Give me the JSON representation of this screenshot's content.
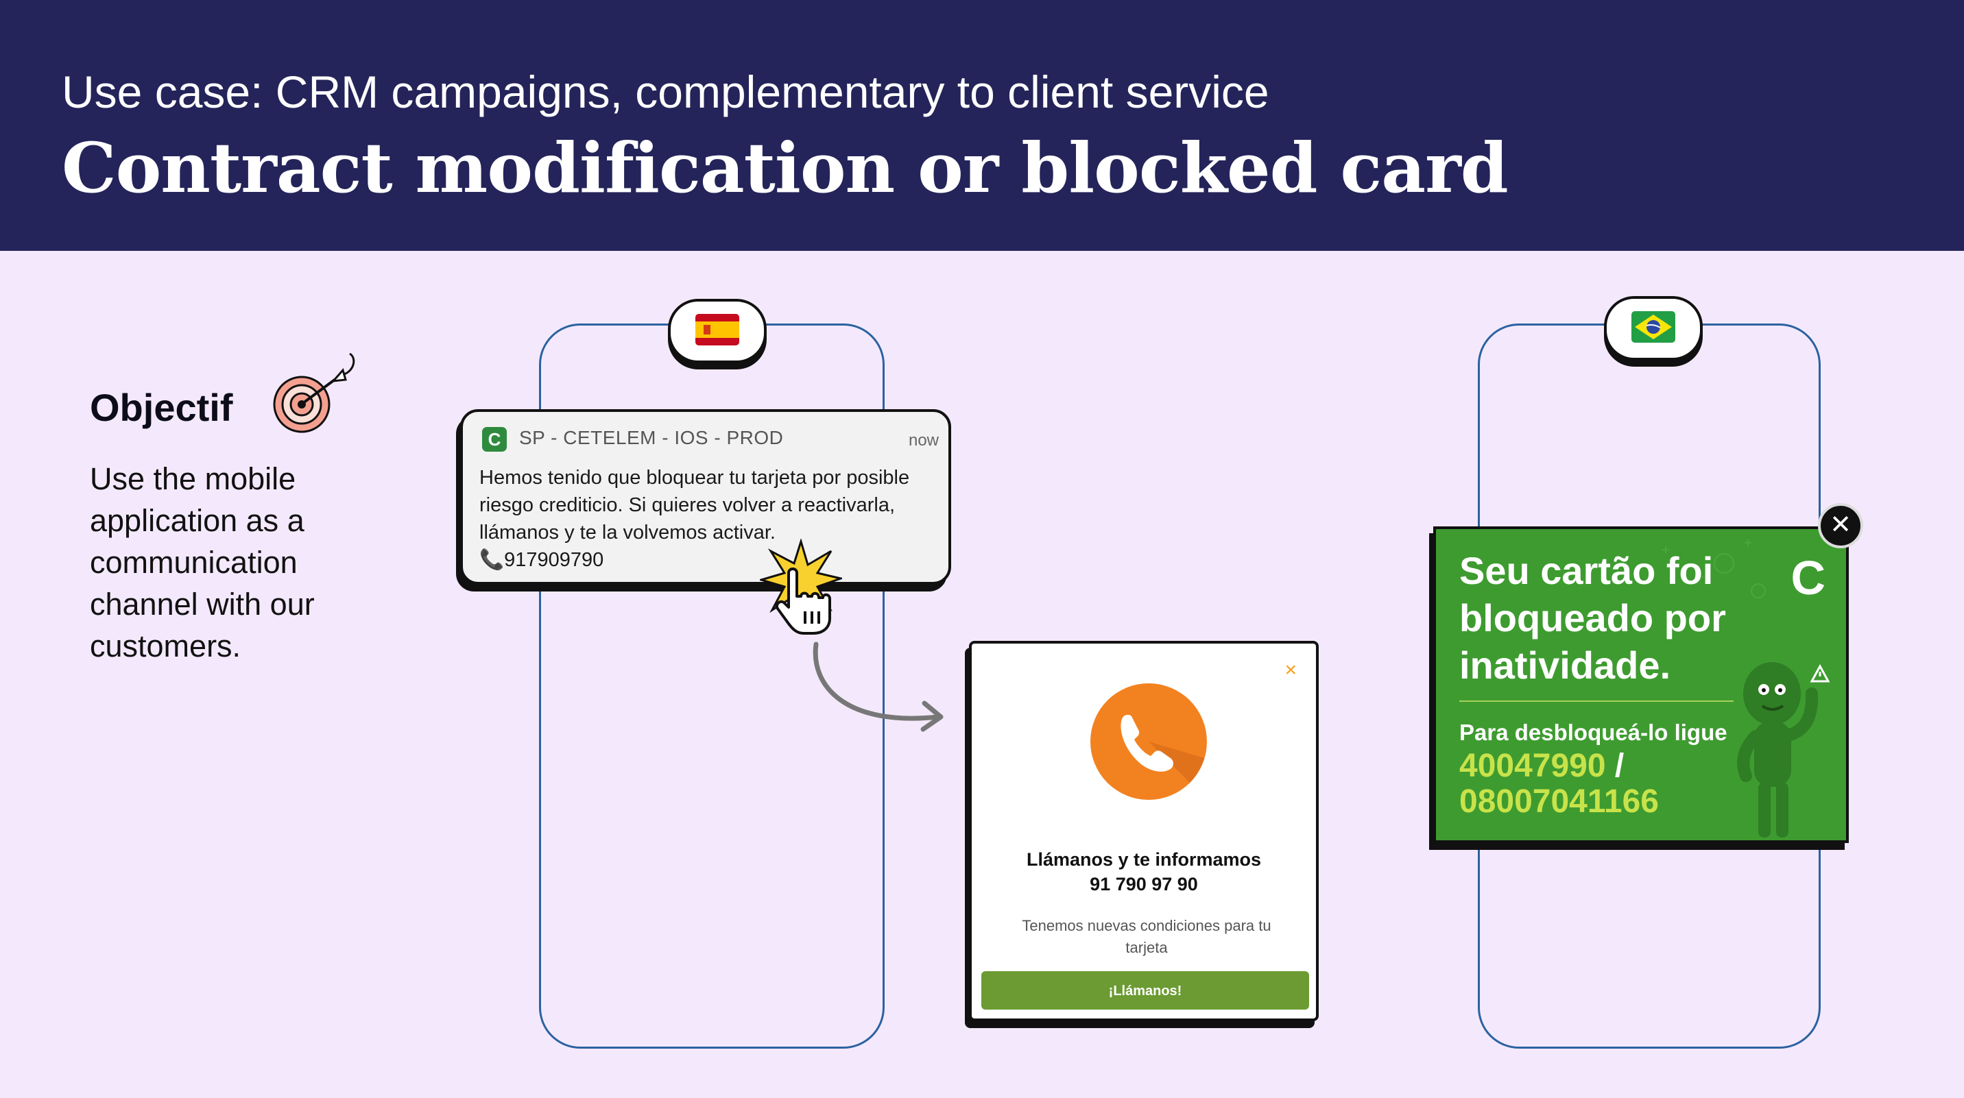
{
  "header": {
    "subtitle": "Use case: CRM campaigns, complementary to client service",
    "title": "Contract modification or blocked card"
  },
  "objective": {
    "title": "Objectif",
    "text": "Use the mobile application as a communication channel with our customers."
  },
  "flags": {
    "left": "spain-flag-icon",
    "right": "brazil-flag-icon"
  },
  "notification": {
    "app_icon_letter": "C",
    "app_name": "SP - CETELEM - IOS - PROD",
    "time": "now",
    "body": "Hemos tenido que bloquear tu tarjeta por posible riesgo crediticio. Si quieres volver a reactivarla, llámanos y te la volvemos activar.",
    "phone": "📞917909790"
  },
  "popup": {
    "close": "×",
    "title": "Llámanos y te informamos",
    "number": "91 790 97 90",
    "description": "Tenemos nuevas condiciones para tu tarjeta",
    "button": "¡Llámanos!"
  },
  "banner": {
    "title": "Seu cartão foi bloqueado por inatividade.",
    "logo": "C",
    "subtitle": "Para desbloqueá-lo ligue",
    "number1": "40047990",
    "slash": " /",
    "number2": "08007041166",
    "close": "✕"
  },
  "colors": {
    "header_bg": "#24245a",
    "page_bg": "#f4e9fc",
    "phone_outline": "#2b62a0",
    "accent_orange": "#f28220",
    "button_green": "#6b9b32",
    "banner_green": "#3e9b30",
    "banner_number": "#c8e34a"
  }
}
